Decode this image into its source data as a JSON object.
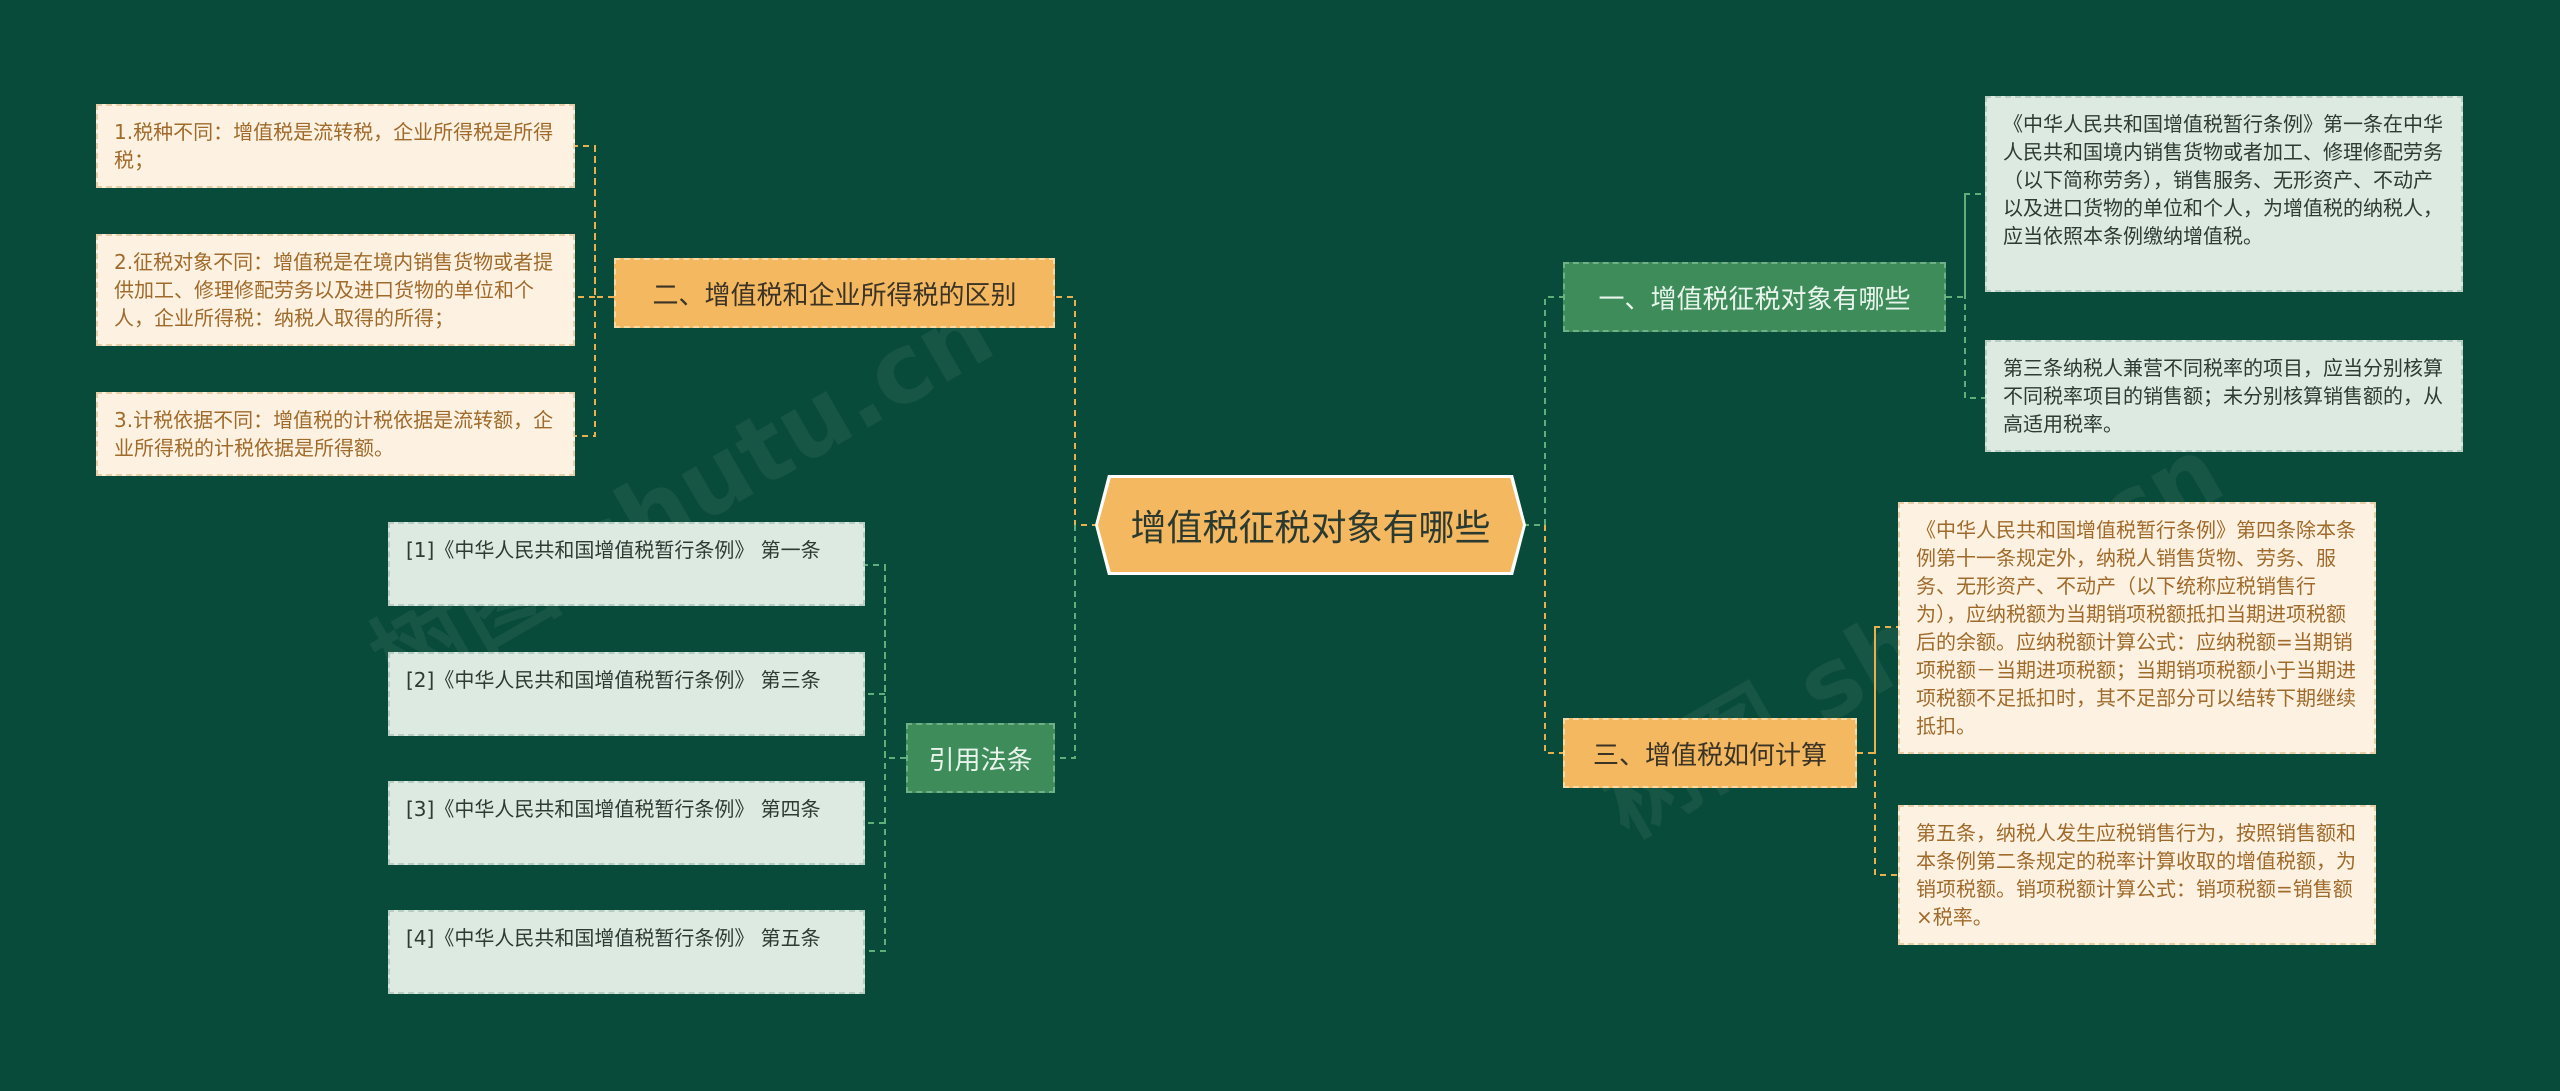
{
  "root": {
    "label": "增值税征税对象有哪些"
  },
  "branches": {
    "b1": {
      "label": "一、增值税征税对象有哪些"
    },
    "b2": {
      "label": "二、增值税和企业所得税的区别"
    },
    "b3": {
      "label": "三、增值税如何计算"
    },
    "b4": {
      "label": "引用法条"
    }
  },
  "leaves": {
    "b1_1": "《中华人民共和国增值税暂行条例》第一条在中华人民共和国境内销售货物或者加工、修理修配劳务（以下简称劳务），销售服务、无形资产、不动产以及进口货物的单位和个人，为增值税的纳税人，应当依照本条例缴纳增值税。",
    "b1_2": "第三条纳税人兼营不同税率的项目，应当分别核算不同税率项目的销售额；未分别核算销售额的，从高适用税率。",
    "b2_1": "1.税种不同：增值税是流转税，企业所得税是所得税；",
    "b2_2": "2.征税对象不同：增值税是在境内销售货物或者提供加工、修理修配劳务以及进口货物的单位和个人，企业所得税：纳税人取得的所得；",
    "b2_3": "3.计税依据不同：增值税的计税依据是流转额，企业所得税的计税依据是所得额。",
    "b3_1": "《中华人民共和国增值税暂行条例》第四条除本条例第十一条规定外，纳税人销售货物、劳务、服务、无形资产、不动产（以下统称应税销售行为），应纳税额为当期销项税额抵扣当期进项税额后的余额。应纳税额计算公式：应纳税额=当期销项税额－当期进项税额；当期销项税额小于当期进项税额不足抵扣时，其不足部分可以结转下期继续抵扣。",
    "b3_2": "第五条，纳税人发生应税销售行为，按照销售额和本条例第二条规定的税率计算收取的增值税额，为销项税额。销项税额计算公式：销项税额=销售额×税率。",
    "b4_1": "[1]《中华人民共和国增值税暂行条例》 第一条",
    "b4_2": "[2]《中华人民共和国增值税暂行条例》 第三条",
    "b4_3": "[3]《中华人民共和国增值税暂行条例》 第四条",
    "b4_4": "[4]《中华人民共和国增值税暂行条例》 第五条"
  },
  "watermarks": [
    "树图 shutu.cn",
    "树图 shutu.cn"
  ],
  "colors": {
    "background": "#094B3A",
    "orange": "#F4B860",
    "green": "#3E8C5A",
    "cream": "#FDF2E2",
    "mint": "#DCEAE2",
    "link_orange": "#E8B04E",
    "link_green": "#5FAF7A"
  }
}
